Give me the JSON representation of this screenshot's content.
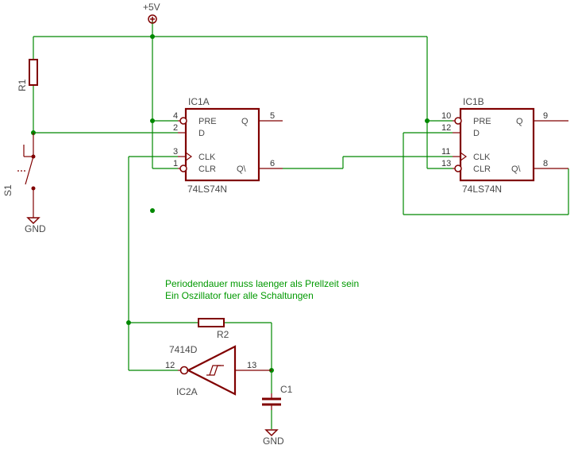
{
  "supply": {
    "label": "+5V"
  },
  "resistor_r1": {
    "name": "R1"
  },
  "resistor_r2": {
    "name": "R2"
  },
  "switch_s1": {
    "name": "S1"
  },
  "capacitor_c1": {
    "name": "C1"
  },
  "ground_labels": {
    "left": "GND",
    "bottom": "GND"
  },
  "ic1a": {
    "name": "IC1A",
    "part": "74LS74N",
    "pins": {
      "pre": "4",
      "d": "2",
      "clk": "3",
      "clr": "1",
      "q": "5",
      "qn": "6"
    },
    "labels": {
      "pre": "PRE",
      "d": "D",
      "clk": "CLK",
      "clr": "CLR",
      "q": "Q",
      "qn": "Q\\"
    }
  },
  "ic1b": {
    "name": "IC1B",
    "part": "74LS74N",
    "pins": {
      "pre": "10",
      "d": "12",
      "clk": "11",
      "clr": "13",
      "q": "9",
      "qn": "8"
    },
    "labels": {
      "pre": "PRE",
      "d": "D",
      "clk": "CLK",
      "clr": "CLR",
      "q": "Q",
      "qn": "Q\\"
    }
  },
  "ic2a": {
    "name": "IC2A",
    "part": "7414D",
    "pins": {
      "in": "12",
      "out": "13"
    }
  },
  "notes": {
    "line1": "Periodendauer muss laenger als Prellzeit sein",
    "line2": "Ein Oszillator fuer alle Schaltungen"
  },
  "colors": {
    "wire": "#008800",
    "component": "#800000",
    "text": "#4a4a4a",
    "note": "#009900"
  }
}
